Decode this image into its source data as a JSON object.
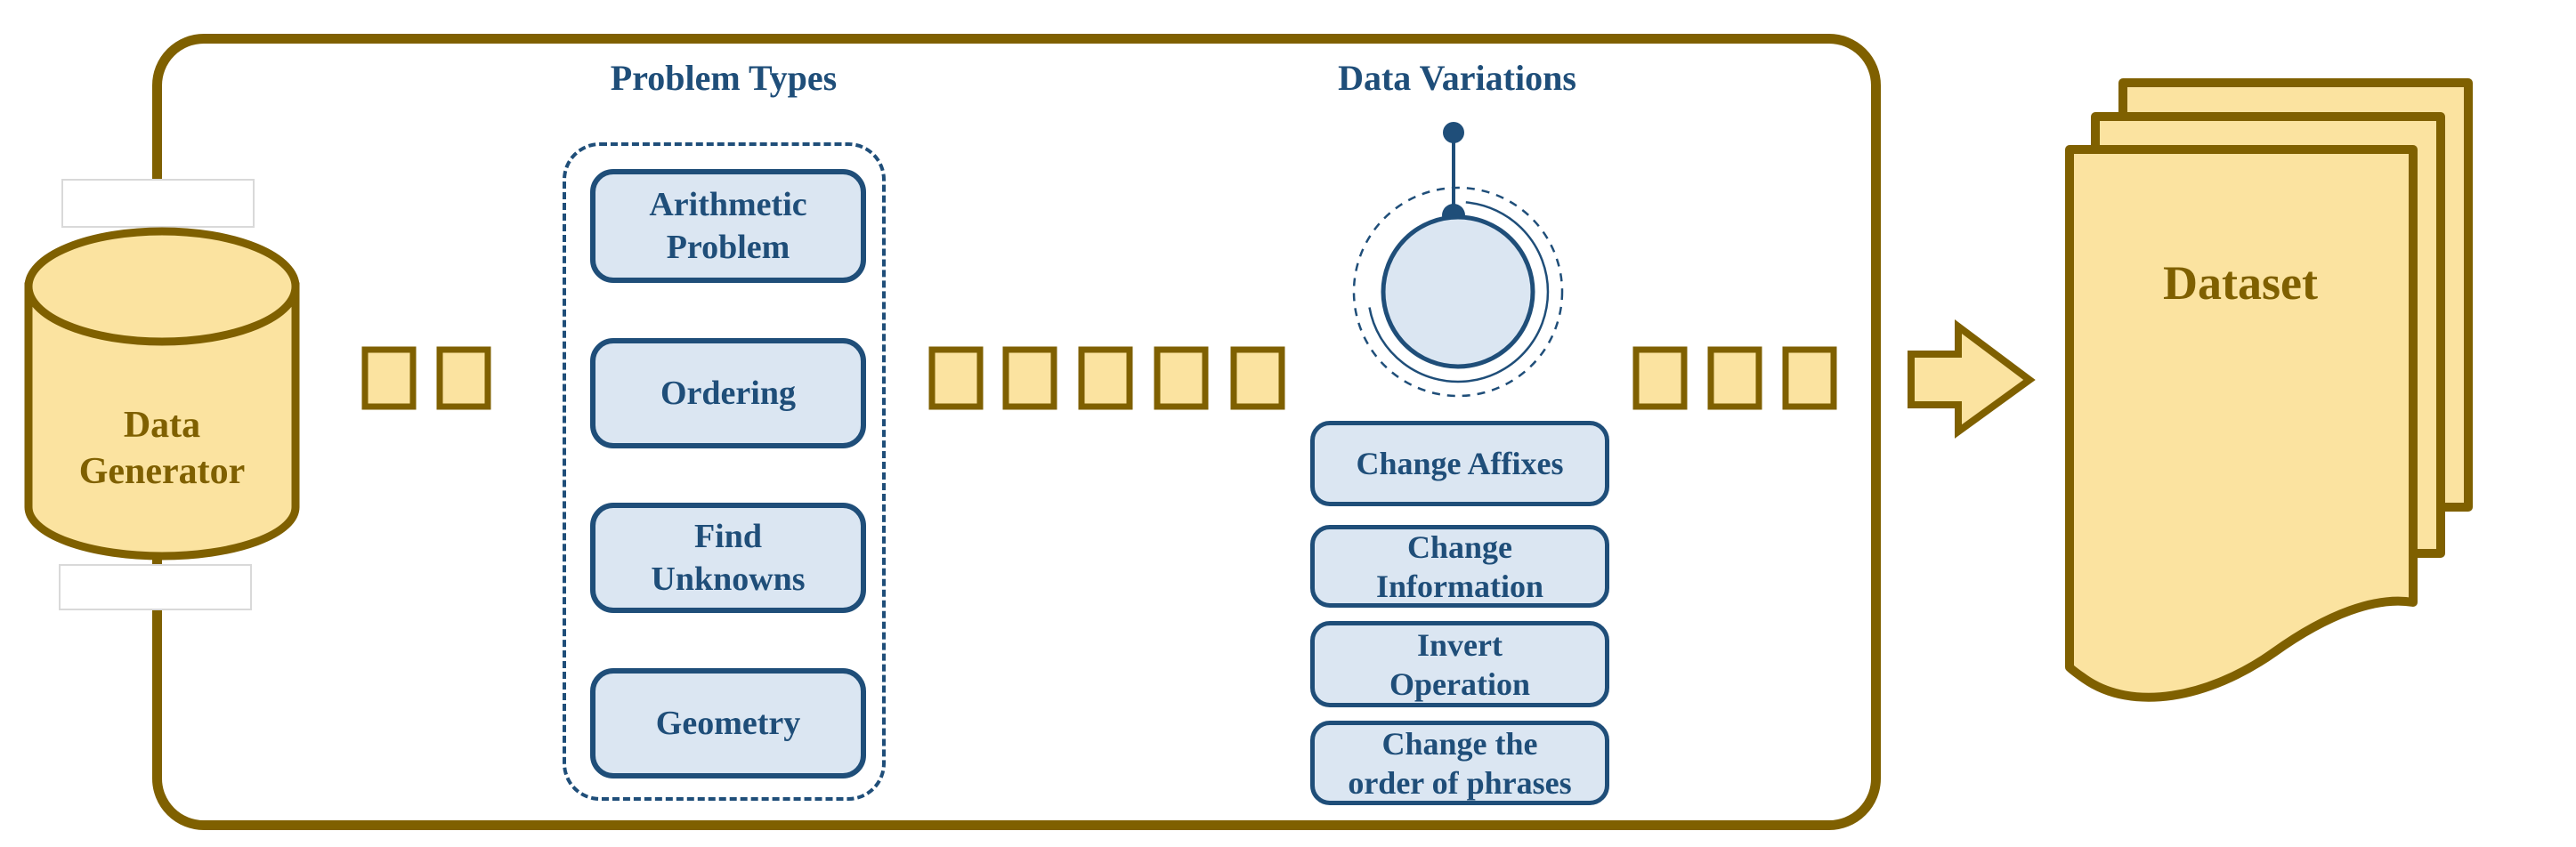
{
  "colors": {
    "gold_fill": "#FBE3A0",
    "gold_dark": "#7F6000",
    "navy": "#1F4E79",
    "blue_fill": "#DBE6F2",
    "white_box_border": "#D9D9D9",
    "bg": "#FFFFFF"
  },
  "pipeline": {
    "source": {
      "label": "Data\nGenerator"
    },
    "problem_types": {
      "title": "Problem Types",
      "items": [
        {
          "label": "Arithmetic\nProblem"
        },
        {
          "label": "Ordering"
        },
        {
          "label": "Find\nUnknowns"
        },
        {
          "label": "Geometry"
        }
      ]
    },
    "data_variations": {
      "title": "Data Variations",
      "items": [
        {
          "label": "Change Affixes"
        },
        {
          "label": "Change\nInformation"
        },
        {
          "label": "Invert\nOperation"
        },
        {
          "label": "Change the\norder of phrases"
        }
      ]
    },
    "output": {
      "label": "Dataset"
    }
  }
}
